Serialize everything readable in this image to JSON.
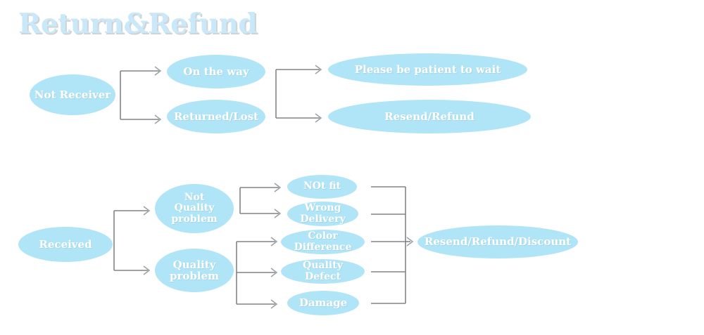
{
  "page": {
    "title": "Return&Refund",
    "background_color": "#ffffff",
    "node_fill_color": "#b0e4f7",
    "node_text_color": "#ffffff",
    "connector_color": "#808487",
    "title_color": "#c9e9fa"
  },
  "flows": [
    {
      "id": "not-received-flow",
      "nodes": {
        "start": "Not Receiver",
        "branch_a": "On the way",
        "branch_b": "Returned/Lost",
        "outcome_a": "Please be patient to wait",
        "outcome_b": "Resend/Refund"
      }
    },
    {
      "id": "received-flow",
      "nodes": {
        "start": "Received",
        "branch_a_line1": "Not",
        "branch_a_line2": "Quality",
        "branch_a_line3": "problem",
        "branch_b_line1": "Quality",
        "branch_b_line2": "problem",
        "reason_1": "NOt fit",
        "reason_2_line1": "Wrong",
        "reason_2_line2": "Delivery",
        "reason_3": "Color Difference",
        "reason_4": "Quality Defect",
        "reason_5": "Damage",
        "outcome": "Resend/Refund/Discount"
      }
    }
  ]
}
